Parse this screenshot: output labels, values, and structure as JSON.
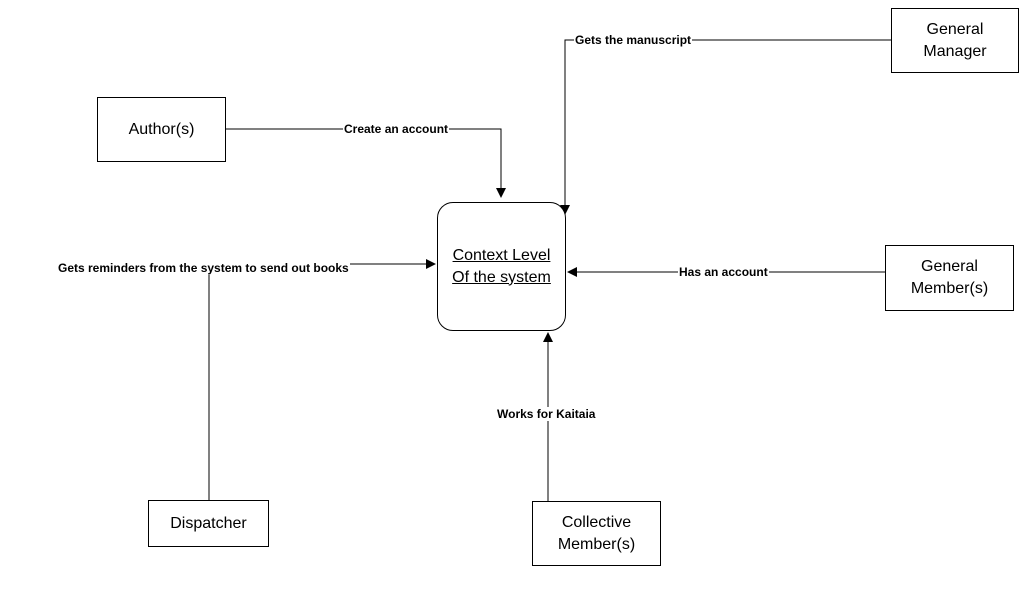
{
  "process": {
    "label": "Context Level\nOf the system"
  },
  "entities": {
    "author": "Author(s)",
    "general_manager": "General\nManager",
    "general_member": "General\nMember(s)",
    "dispatcher": "Dispatcher",
    "collective_member": "Collective\nMember(s)"
  },
  "flows": {
    "create_account": "Create an account",
    "gets_manuscript": "Gets the manuscript",
    "gets_reminders": "Gets reminders from the system to send out books",
    "has_account": "Has an account",
    "works_for": "Works for Kaitaia"
  }
}
